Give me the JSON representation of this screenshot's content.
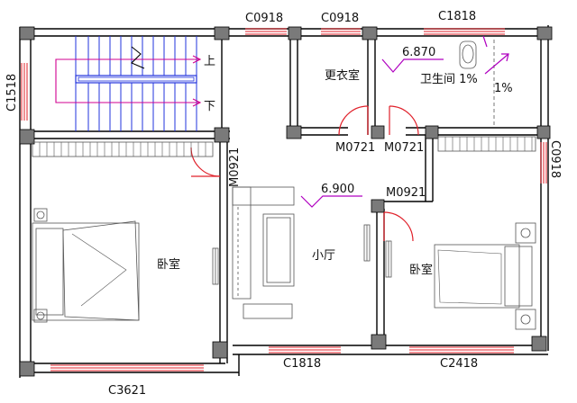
{
  "window_tags": {
    "top_left": "C0918",
    "top_middle": "C0918",
    "top_right": "C1818",
    "left_vertical": "C1518",
    "right_vertical": "C0918",
    "bottom_left": "C3621",
    "bottom_middle": "C1818",
    "bottom_right": "C2418"
  },
  "door_tags": {
    "dressing_door": "M0721",
    "bath_door": "M0721",
    "bedroom_left_door": "M0921",
    "bedroom_right_door": "M0921"
  },
  "room_labels": {
    "dressing_room": "更衣室",
    "bathroom": "卫生间 1%",
    "bedroom_left": "卧室",
    "living_room": "小厅",
    "bedroom_right": "卧室"
  },
  "stair_labels": {
    "up": "上",
    "down": "下"
  },
  "elevations": {
    "hall": "6.900",
    "bath": "6.870"
  },
  "slope_labels": {
    "bath_floor": "1%"
  },
  "colors": {
    "wall": "#000000",
    "column": "#7a7a7a",
    "window": "#e0202a",
    "door_swing": "#e0202a",
    "stair": "#2233dd",
    "stair_arrow": "#d00090",
    "elevation_mark": "#b000c0",
    "furniture": "#666666"
  }
}
